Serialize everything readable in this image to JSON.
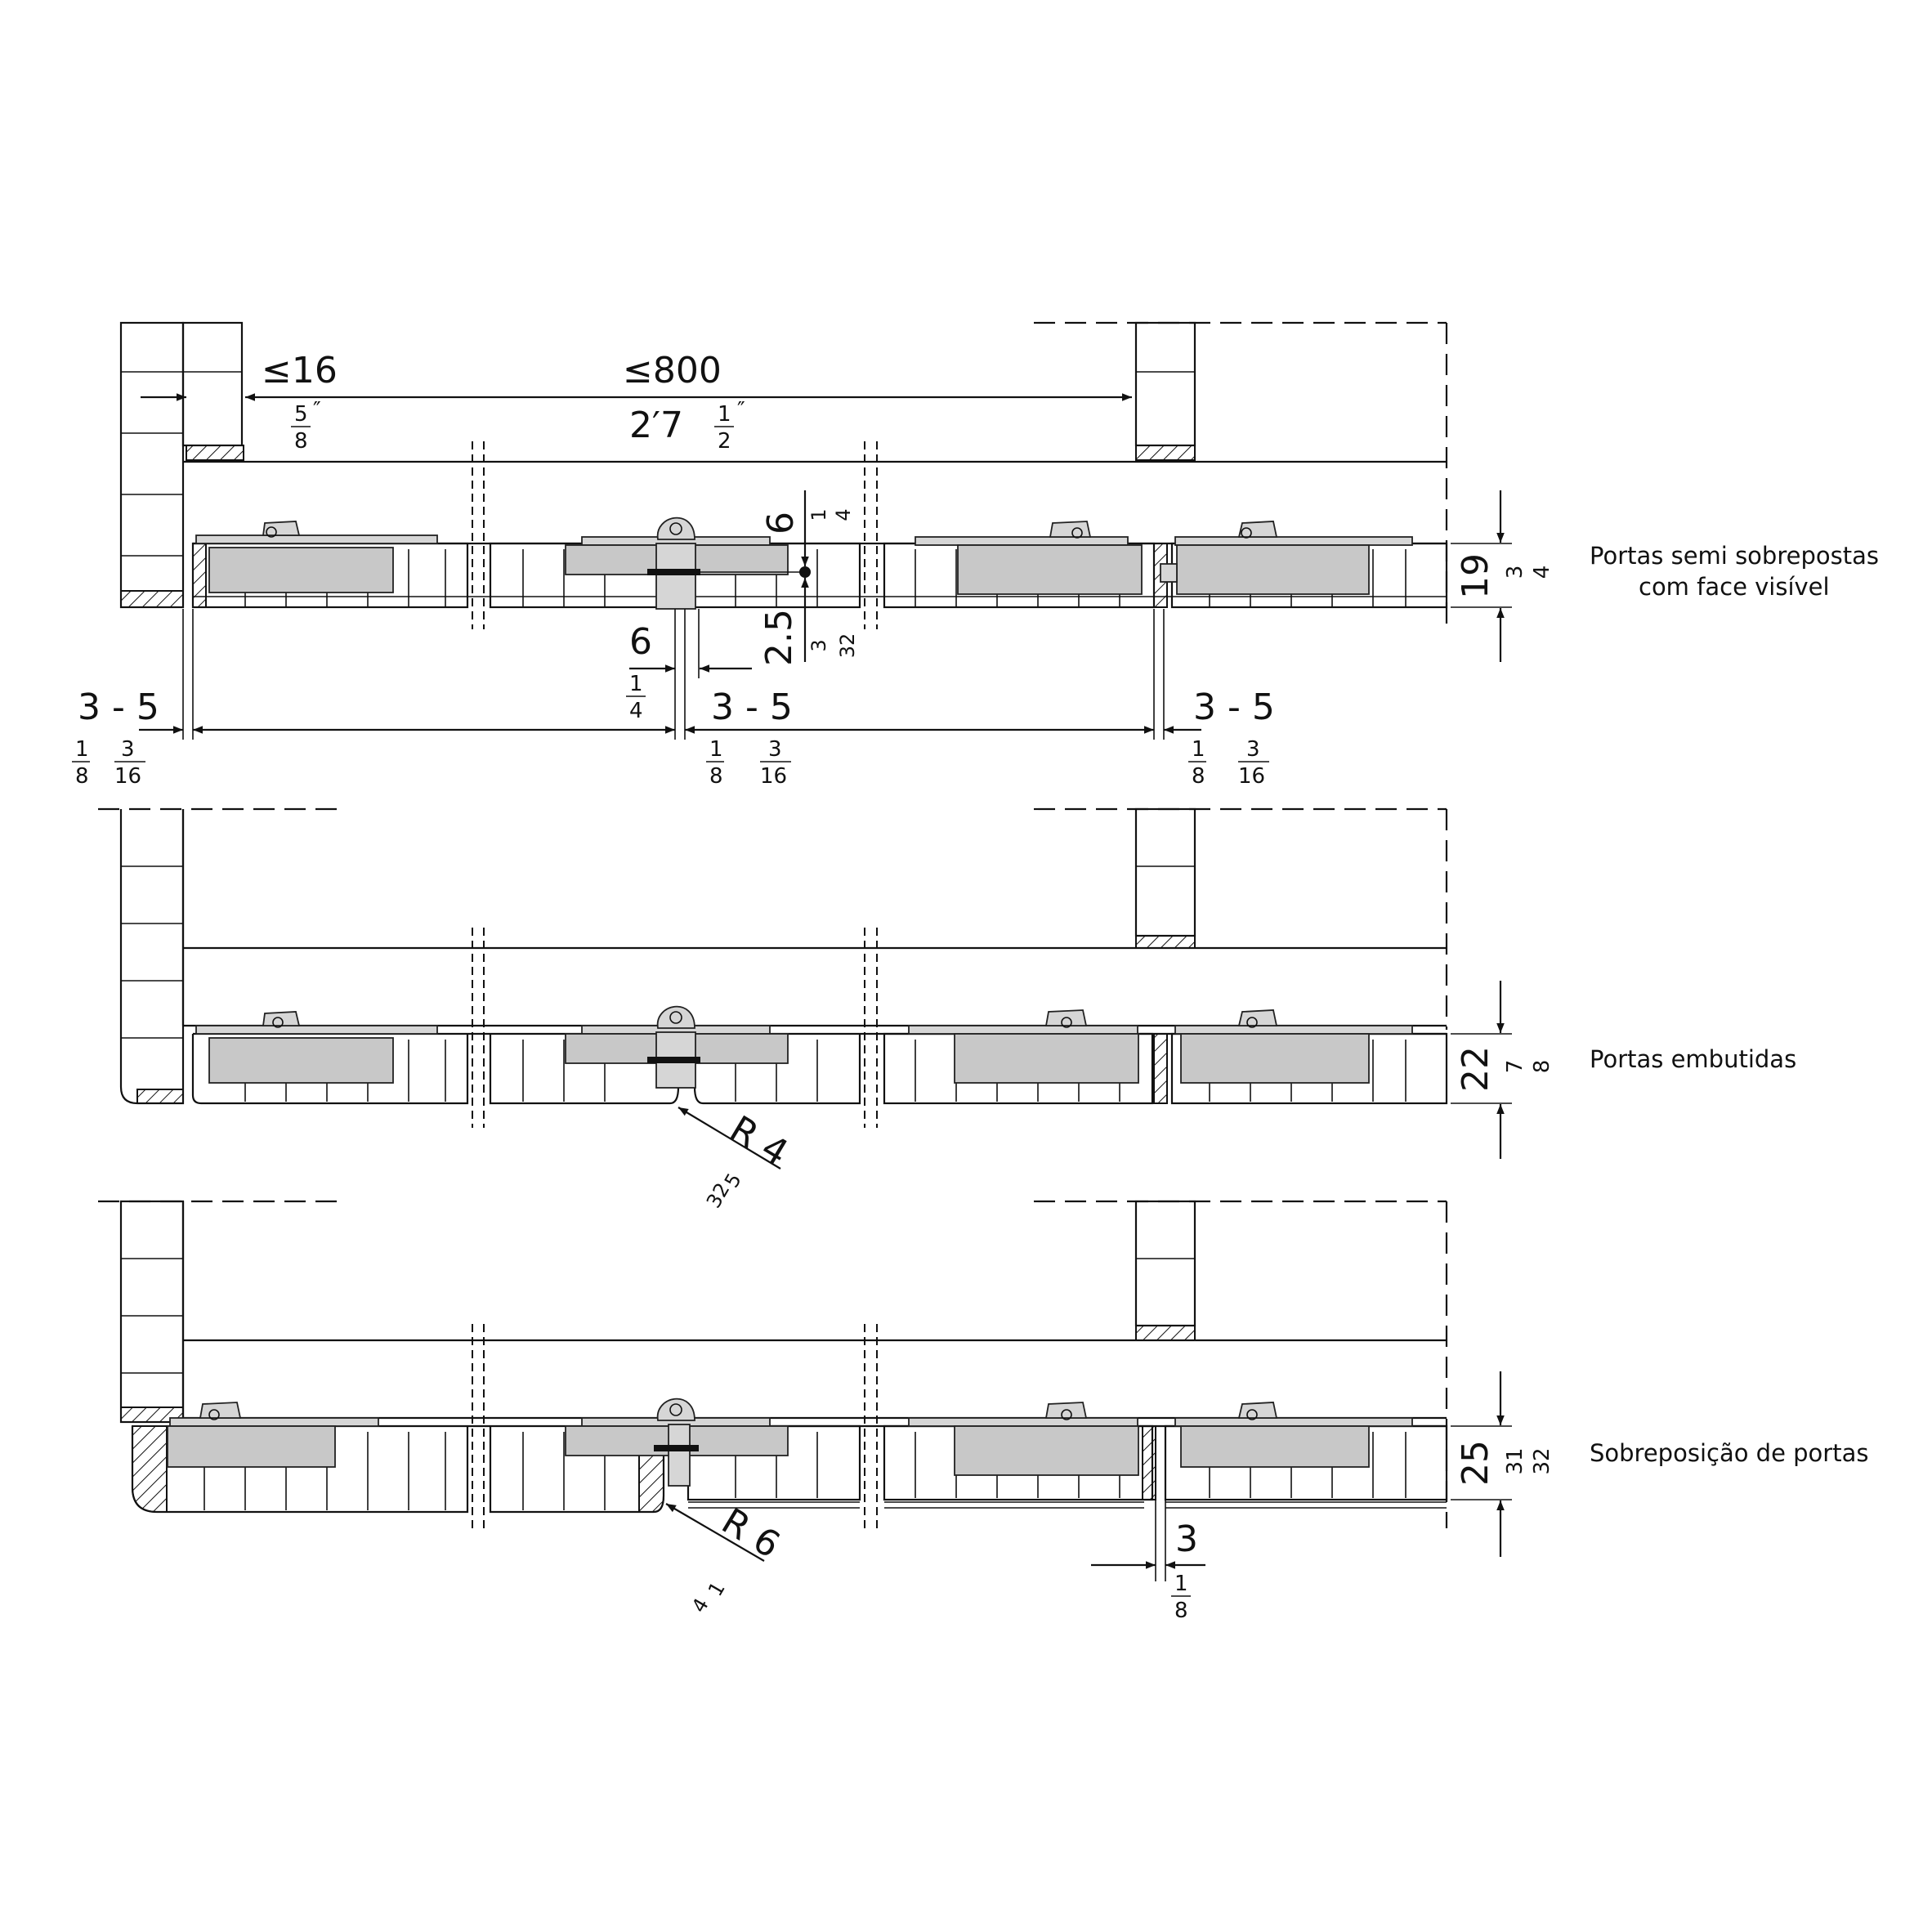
{
  "views": [
    {
      "label_line1": "Portas semi sobrepostas",
      "label_line2": "com face visível",
      "thickness_mm": "19",
      "thickness_in": {
        "num": "3",
        "den": "4",
        "prefix": ""
      }
    },
    {
      "label_line1": "Portas embutidas",
      "label_line2": "",
      "thickness_mm": "22",
      "thickness_in": {
        "num": "7",
        "den": "8",
        "prefix": ""
      }
    },
    {
      "label_line1": "Sobreposição de portas",
      "label_line2": "",
      "thickness_mm": "25",
      "thickness_in": {
        "num": "31",
        "den": "32",
        "prefix": ""
      }
    }
  ],
  "dims": {
    "overhang_mm": "≤16",
    "overhang_in": {
      "num": "5",
      "den": "8"
    },
    "width_mm": "≤800",
    "width_in_whole": "2′7",
    "width_in": {
      "num": "1",
      "den": "2"
    },
    "pin_offset_mm": "6",
    "pin_offset_in": {
      "num": "1",
      "den": "4"
    },
    "pin_depth_mm": "2.5",
    "pin_depth_in": {
      "num": "3",
      "den": "32"
    },
    "gap_small_mm": "6",
    "gap_small_in": {
      "num": "1",
      "den": "4"
    },
    "gap_range_mm": "3 - 5",
    "gap_range_in_a": {
      "num": "1",
      "den": "8"
    },
    "gap_range_in_b": {
      "num": "3",
      "den": "16"
    },
    "radius_embed_mm": "R 4",
    "radius_embed_in": {
      "num": "5",
      "den": "32"
    },
    "radius_overlay_mm": "R 6",
    "radius_overlay_in": {
      "num": "1",
      "den": "4"
    },
    "gap_overlay_mm": "3",
    "gap_overlay_in": {
      "num": "1",
      "den": "8"
    }
  }
}
